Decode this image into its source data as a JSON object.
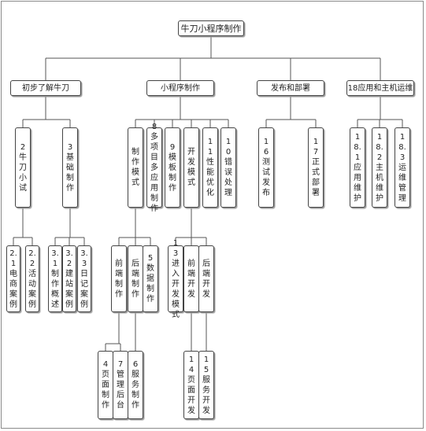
{
  "root": {
    "label": "牛刀小程序制作"
  },
  "level1": [
    {
      "label": "初步了解牛刀"
    },
    {
      "label": "小程序制作"
    },
    {
      "label": "发布和部署"
    },
    {
      "label": "18应用和主机运维"
    }
  ],
  "level2": [
    {
      "label": "2牛刀小试"
    },
    {
      "label": "3基础制作"
    },
    {
      "label": "制作模式"
    },
    {
      "label": "8多项目多应用制作"
    },
    {
      "label": "9模板制作"
    },
    {
      "label": "开发模式"
    },
    {
      "label": "11性能优化"
    },
    {
      "label": "10错误处理"
    },
    {
      "label": "16测试发布"
    },
    {
      "label": "17正式部署"
    },
    {
      "label": "18.1应用维护"
    },
    {
      "label": "18.2主机维护"
    },
    {
      "label": "18.3运维管理"
    }
  ],
  "level3": [
    {
      "label": "2.1电商案例"
    },
    {
      "label": "2.2活动案例"
    },
    {
      "label": "3.1制作概述"
    },
    {
      "label": "3.2建站案例"
    },
    {
      "label": "3.3日记案例"
    },
    {
      "label": "前端制作"
    },
    {
      "label": "后端制作"
    },
    {
      "label": "5数据制作"
    },
    {
      "label": "13进入开发模式"
    },
    {
      "label": "前端开发"
    },
    {
      "label": "后端开发"
    }
  ],
  "level4": [
    {
      "label": "4页面制作"
    },
    {
      "label": "7管理后台"
    },
    {
      "label": "6服务制作"
    },
    {
      "label": "14页面开发"
    },
    {
      "label": "15服务开发"
    }
  ]
}
